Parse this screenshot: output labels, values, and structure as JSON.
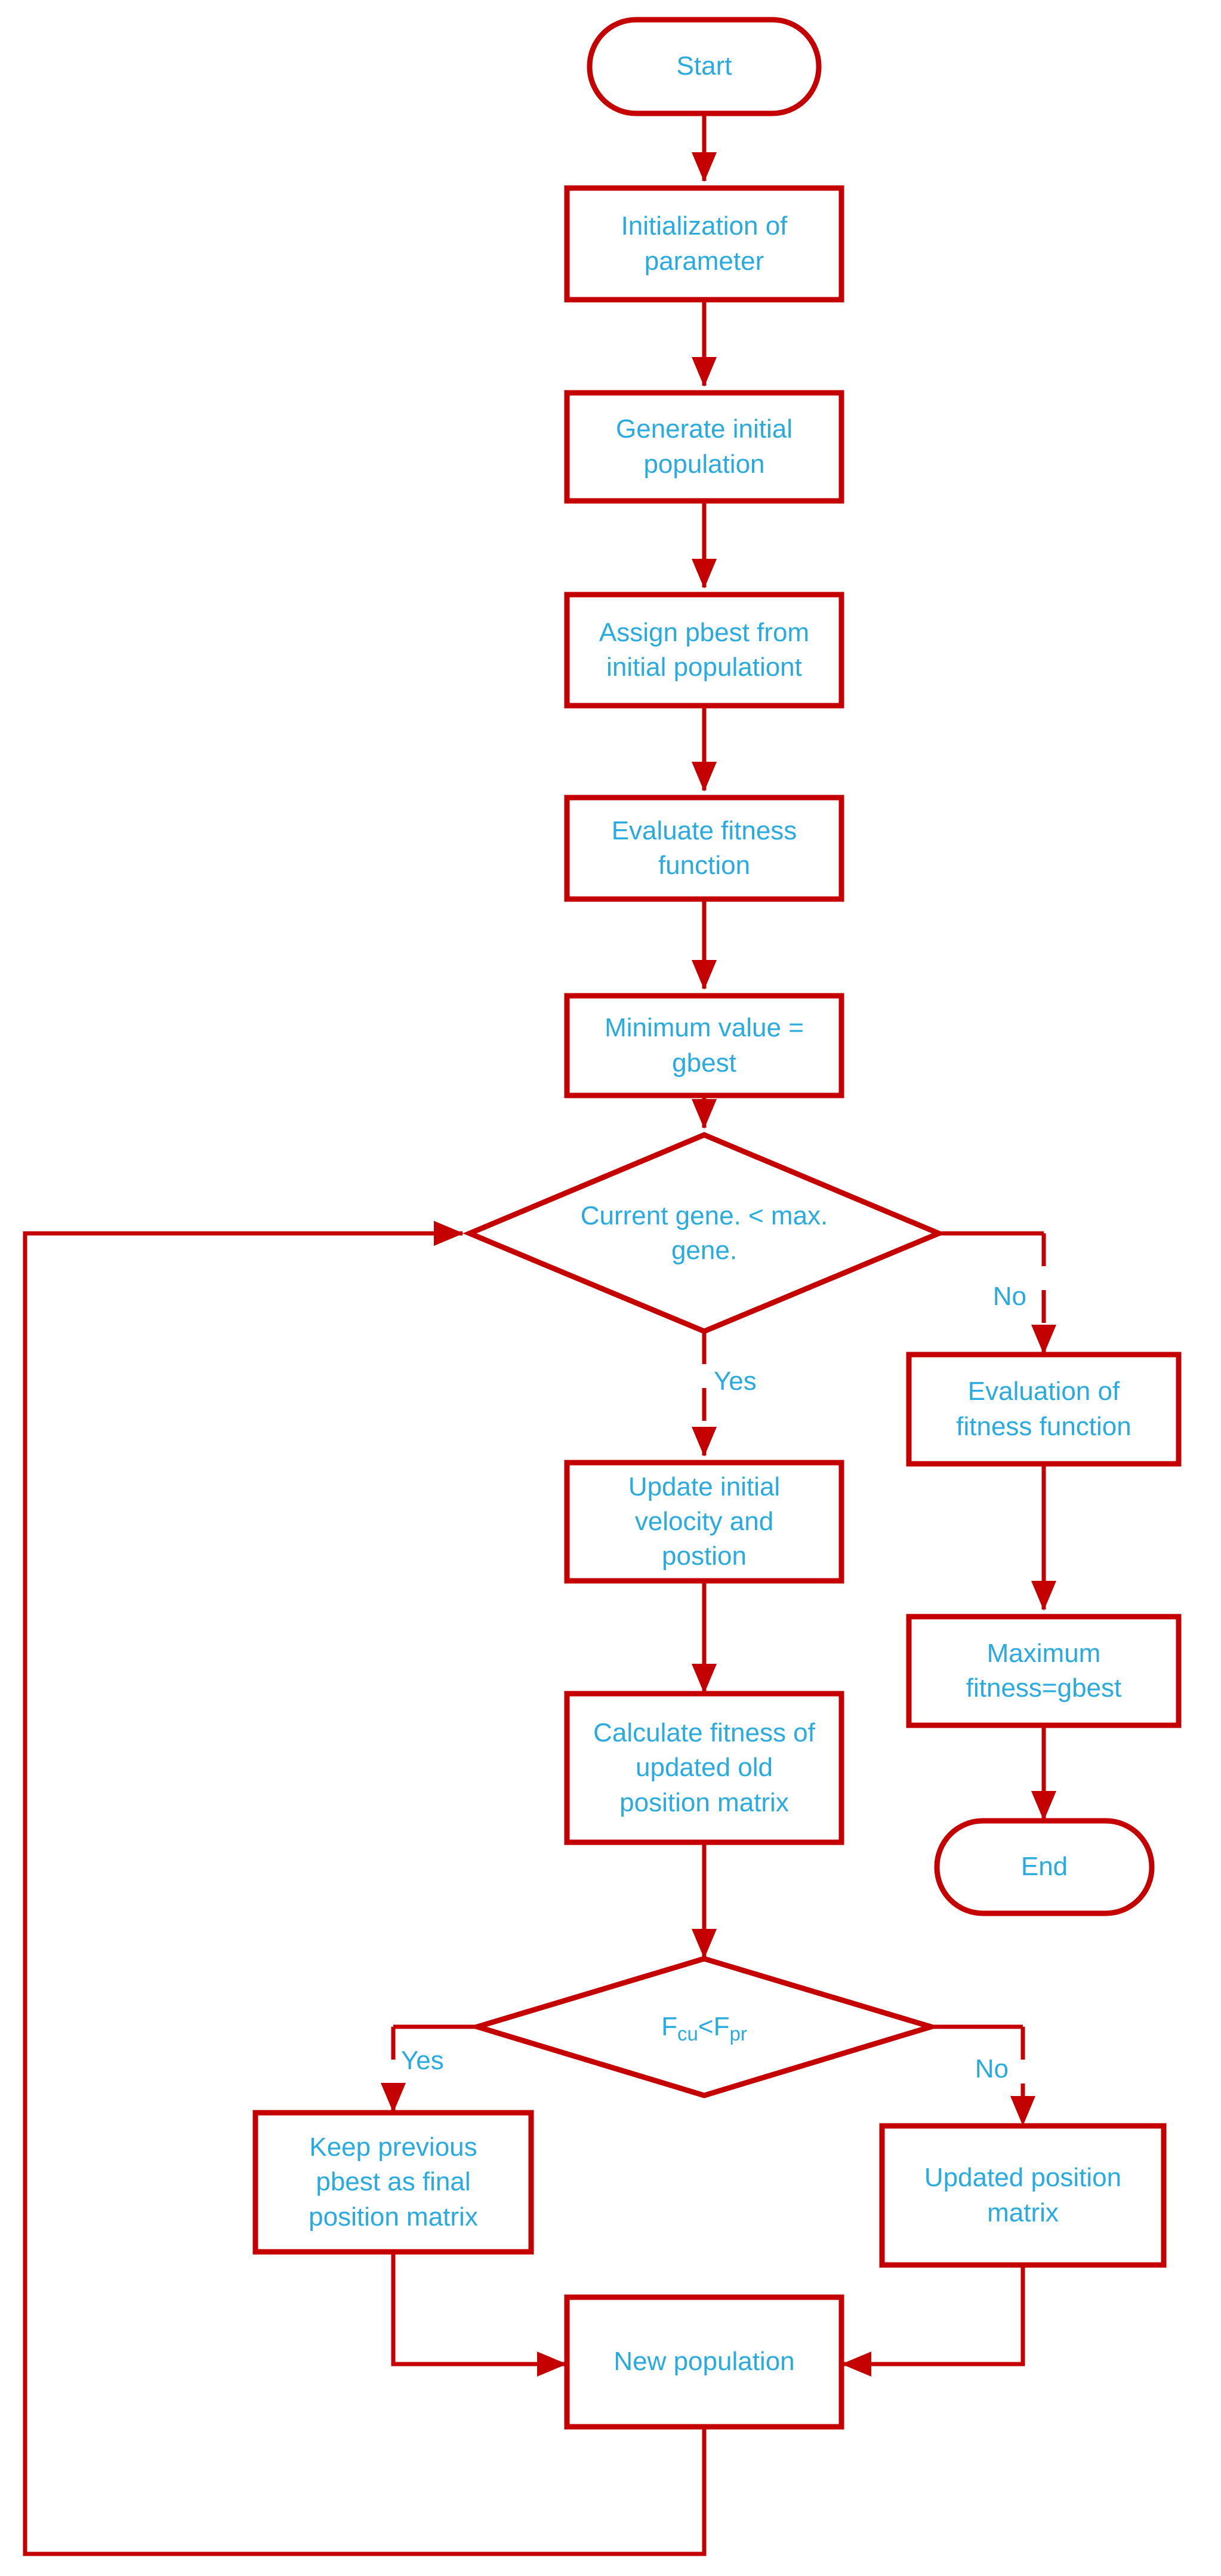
{
  "colors": {
    "line": "#C40000",
    "text": "#29ABE2",
    "background": "#FFFFFF"
  },
  "flowchart": {
    "nodes": {
      "start": {
        "type": "terminator",
        "label": "Start"
      },
      "init": {
        "type": "process",
        "label": "Initialization of parameter"
      },
      "generate": {
        "type": "process",
        "label": "Generate initial population"
      },
      "assign": {
        "type": "process",
        "label": "Assign pbest from initial populationt"
      },
      "evaluate": {
        "type": "process",
        "label": "Evaluate fitness function"
      },
      "minimum": {
        "type": "process",
        "label": "Minimum value = gbest"
      },
      "decision1": {
        "type": "decision",
        "label": "Current gene. < max. gene."
      },
      "update": {
        "type": "process",
        "label": "Update initial velocity and postion"
      },
      "calculate": {
        "type": "process",
        "label": "Calculate fitness of updated old position matrix"
      },
      "evaluation2": {
        "type": "process",
        "label": "Evaluation of fitness function"
      },
      "maximum": {
        "type": "process",
        "label": "Maximum fitness=gbest"
      },
      "end": {
        "type": "terminator",
        "label": "End"
      },
      "decision2": {
        "type": "decision",
        "label_plain": "Fcu < Fpr",
        "base1": "F",
        "sub1": "cu",
        "operator": " < ",
        "base2": "F",
        "sub2": "pr"
      },
      "keep": {
        "type": "process",
        "label": "Keep previous pbest as final position matrix"
      },
      "updated": {
        "type": "process",
        "label": "Updated position matrix"
      },
      "newpop": {
        "type": "process",
        "label": "New population"
      }
    },
    "edge_labels": {
      "yes1": "Yes",
      "no1": "No",
      "yes2": "Yes",
      "no2": "No"
    }
  }
}
